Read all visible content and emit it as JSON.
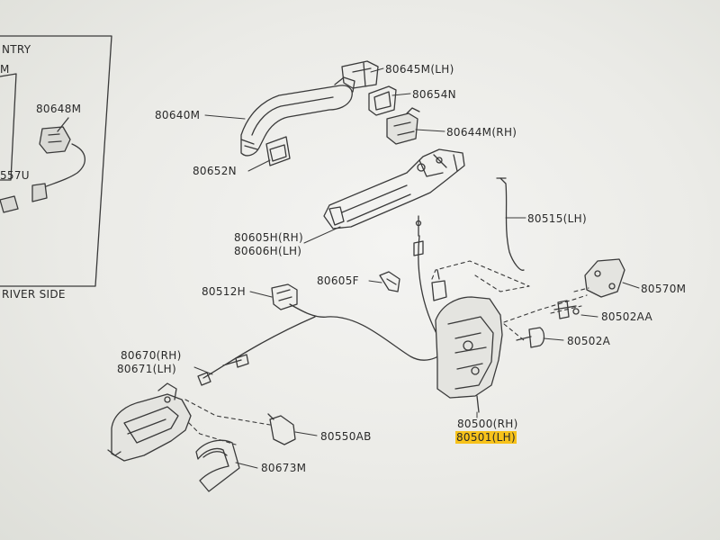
{
  "inset": {
    "title_fragment": "NTRY",
    "letter_fragment": "M",
    "parts": [
      "80648M",
      "557U"
    ],
    "caption": "RIVER SIDE"
  },
  "labels": {
    "p80645M_LH": "80645M(LH)",
    "p80654N": "80654N",
    "p80640M": "80640M",
    "p80644M_RH": "80644M(RH)",
    "p80652N": "80652N",
    "p80515_LH": "80515(LH)",
    "p80605H_RH": "80605H(RH)",
    "p80606H_LH": "80606H(LH)",
    "p80605F": "80605F",
    "p80512H": "80512H",
    "p80570M": "80570M",
    "p80502AA": "80502AA",
    "p80502A": "80502A",
    "p80670_RH": "80670(RH)",
    "p80671_LH": "80671(LH)",
    "p80500_RH": "80500(RH)",
    "p80501_LH": "80501(LH)",
    "p80550AB": "80550AB",
    "p80673M": "80673M"
  },
  "colors": {
    "line": "#3a3a3a",
    "highlight": "#f7c21a",
    "paper": "#ececea"
  }
}
